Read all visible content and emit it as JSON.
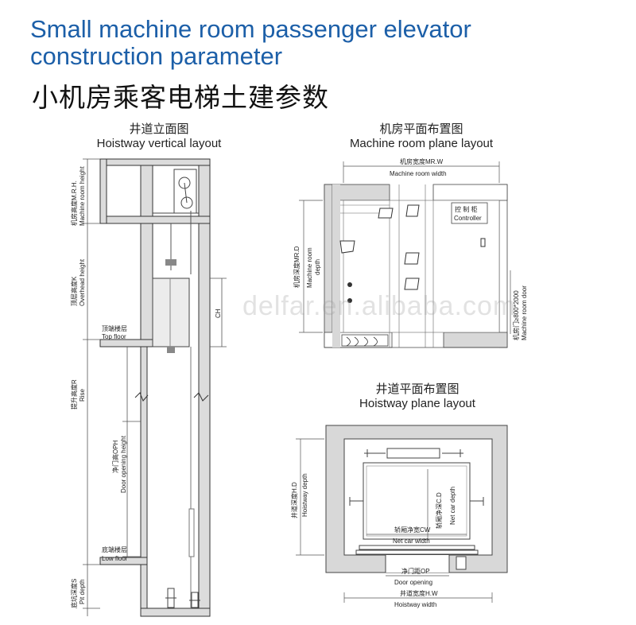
{
  "title": {
    "line1": "Small machine room passenger elevator",
    "line2": "construction parameter",
    "cn": "小机房乘客电梯土建参数"
  },
  "watermark": "delfar.en.alibaba.com",
  "hoistway_vertical": {
    "title_cn": "井道立面图",
    "title_en": "Hoistway vertical layout",
    "mrh_cn": "机房高度M.R.H.",
    "mrh_en": "Machine room height",
    "k_cn": "顶层高度K",
    "k_en": "Overhead height",
    "top_floor_cn": "顶端楼层",
    "top_floor_en": "Top floor",
    "rise_cn": "提升高度R",
    "rise_en": "Rise",
    "oph_cn": "净门高OPH",
    "oph_en": "Door opening height",
    "low_floor_cn": "底端楼层",
    "low_floor_en": "Low floor",
    "pit_cn": "底坑深度S",
    "pit_en": "Pit depth",
    "ch": "CH"
  },
  "machine_room": {
    "title_cn": "机房平面布置图",
    "title_en": "Machine room plane layout",
    "mrw_cn": "机房宽度MR.W",
    "mrw_en": "Machine room width",
    "mrd_cn": "机房深度MR.D",
    "mrd_en1": "Machine room",
    "mrd_en2": "depth",
    "controller_cn": "控 制 柜",
    "controller_en": "Controller",
    "door_cn": "机房门≥800*2000",
    "door_en": "Machine room door"
  },
  "hoistway_plane": {
    "title_cn": "井道平面布置图",
    "title_en": "Hoistway plane layout",
    "hd_cn": "井道深度H.D",
    "hd_en": "Hoistway depth",
    "cd_cn": "轿厢净深C.D",
    "cd_en": "Net car depth",
    "cw_cn": "轿厢净宽CW",
    "cw_en": "Net car width",
    "op_cn": "净门距OP",
    "op_en": "Door opening",
    "hw_cn": "井道宽度H.W",
    "hw_en": "Hoistway width"
  }
}
